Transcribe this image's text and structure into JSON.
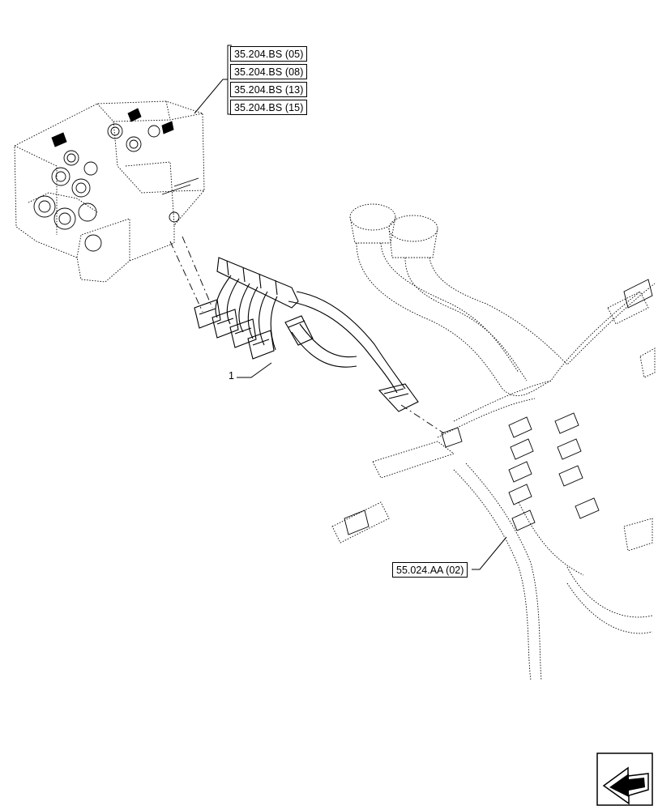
{
  "references": {
    "valve_refs": [
      "35.204.BS (05)",
      "35.204.BS (08)",
      "35.204.BS (13)",
      "35.204.BS (15)"
    ],
    "harness_ref": "55.024.AA (02)"
  },
  "callouts": {
    "item_1": "1"
  },
  "icons": {
    "nav": "view-direction-arrow-icon"
  }
}
